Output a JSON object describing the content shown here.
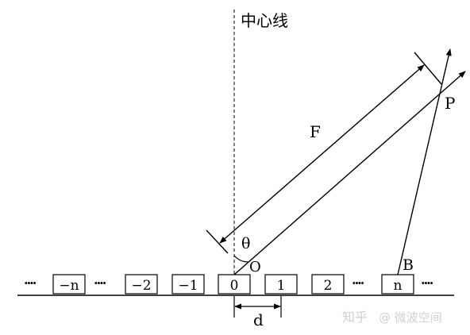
{
  "diagram": {
    "centerline_label": "中心线",
    "force_label": "F",
    "angle_label": "θ",
    "origin_label": "O",
    "point_label": "P",
    "point_b_label": "B",
    "spacing_label": "d",
    "ellipsis": "····",
    "boxes": [
      "−n",
      "−2",
      "−1",
      "0",
      "1",
      "2",
      "n"
    ]
  },
  "watermark": {
    "site": "知乎",
    "author": "@ 微波空间"
  },
  "colors": {
    "ink": "#000000",
    "watermark": "#d0d0d0"
  }
}
